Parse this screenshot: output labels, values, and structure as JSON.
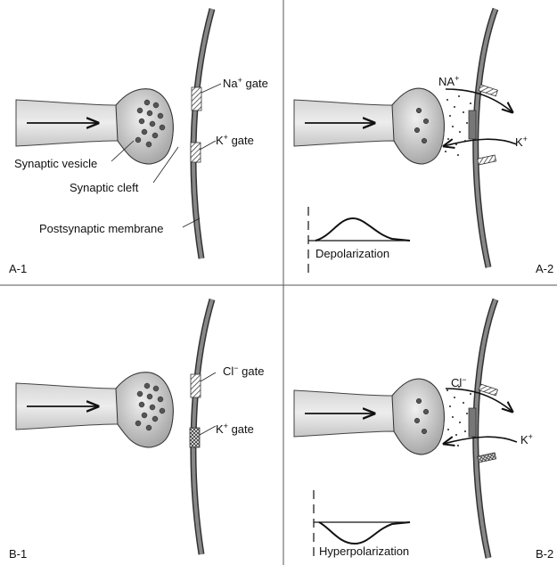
{
  "panels": {
    "a1": {
      "id": "A-1",
      "na_gate": "gate",
      "k_gate": "gate",
      "synaptic_vesicle": "Synaptic vesicle",
      "synaptic_cleft": "Synaptic cleft",
      "postsynaptic_membrane": "Postsynaptic membrane"
    },
    "a2": {
      "id": "A-2",
      "na": "NA",
      "k": "K",
      "potential": "Depolarization"
    },
    "b1": {
      "id": "B-1",
      "cl_gate": "gate",
      "k_gate": "gate"
    },
    "b2": {
      "id": "B-2",
      "cl": "Cl",
      "k": "K",
      "potential": "Hyperpolarization"
    }
  },
  "ion_symbols": {
    "na": "Na",
    "k": "K",
    "cl": "Cl",
    "plus": "+",
    "minus": "−"
  }
}
